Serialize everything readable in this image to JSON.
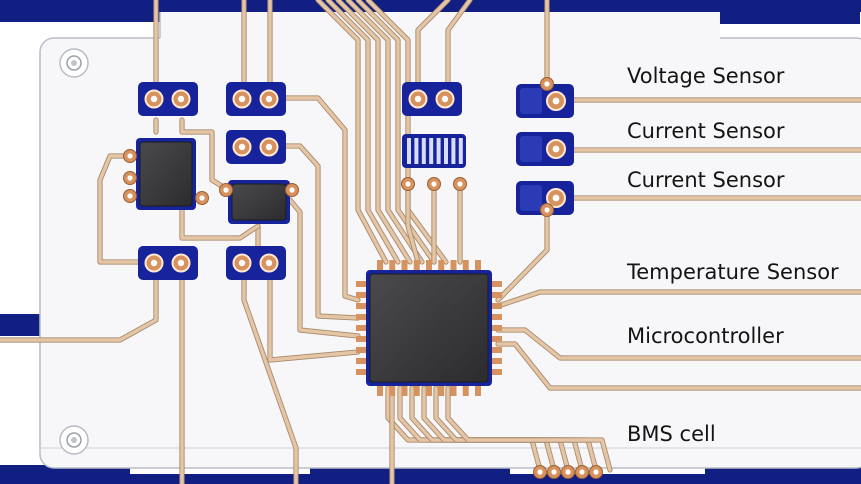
{
  "labels": {
    "voltage_sensor": "Voltage Sensor",
    "current_sensor_1": "Current Sensor",
    "current_sensor_2": "Current Sensor",
    "temperature_sensor": "Temperature Sensor",
    "microcontroller": "Microcontroller",
    "bms_cell": "BMS cell"
  },
  "colors": {
    "board": "#f6f6f8",
    "outline": "#bcc0c8",
    "trace": "#e4c6a6",
    "trace_edge": "#a88a6c",
    "pad": "#16239a",
    "copper": "#d7935f",
    "chip": "#3a3a3c",
    "chip_edge": "#7a6a55",
    "label_text": "#141414"
  }
}
